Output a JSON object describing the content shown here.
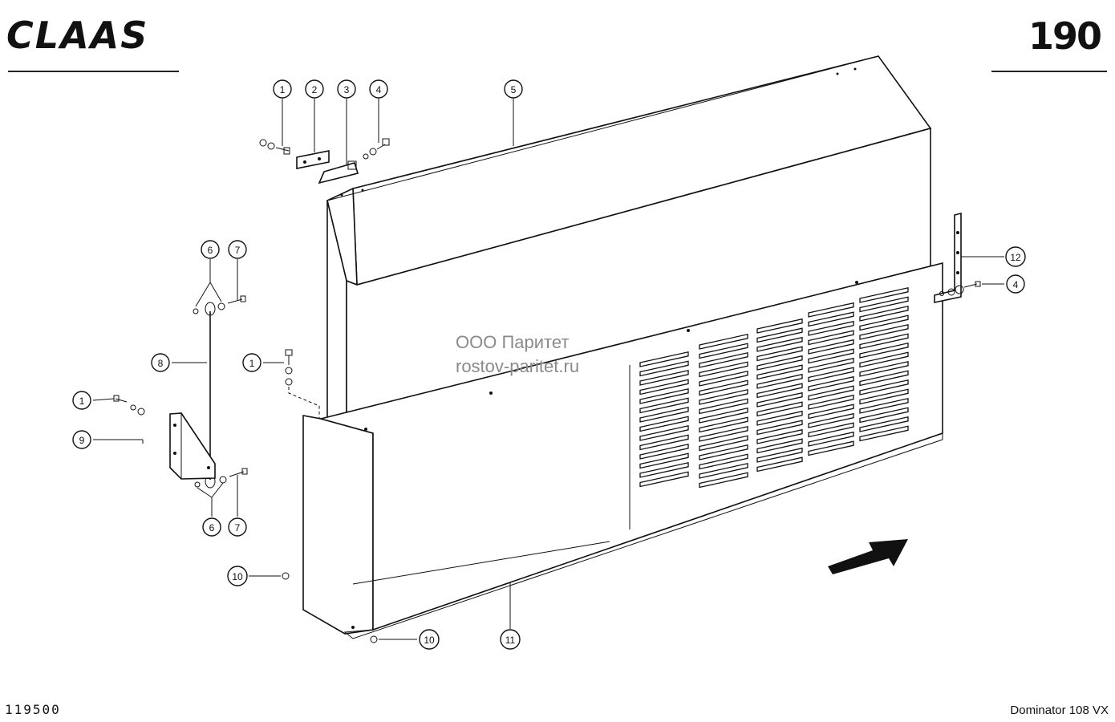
{
  "header": {
    "brand": "CLAAS",
    "page_number": "190"
  },
  "watermark": {
    "line1": "ООО Паритет",
    "line2": "rostov-paritet.ru"
  },
  "footer": {
    "drawing_code": "119500",
    "model": "Dominator 108 VX"
  },
  "callouts": [
    {
      "id": "c1a",
      "label": "1"
    },
    {
      "id": "c2",
      "label": "2"
    },
    {
      "id": "c3",
      "label": "3"
    },
    {
      "id": "c4a",
      "label": "4"
    },
    {
      "id": "c5",
      "label": "5"
    },
    {
      "id": "c6a",
      "label": "6"
    },
    {
      "id": "c7a",
      "label": "7"
    },
    {
      "id": "c8",
      "label": "8"
    },
    {
      "id": "c1b",
      "label": "1"
    },
    {
      "id": "c1c",
      "label": "1"
    },
    {
      "id": "c9",
      "label": "9"
    },
    {
      "id": "c6b",
      "label": "6"
    },
    {
      "id": "c7b",
      "label": "7"
    },
    {
      "id": "c10a",
      "label": "10"
    },
    {
      "id": "c10b",
      "label": "10"
    },
    {
      "id": "c11",
      "label": "11"
    },
    {
      "id": "c12",
      "label": "12"
    },
    {
      "id": "c4b",
      "label": "4"
    }
  ]
}
